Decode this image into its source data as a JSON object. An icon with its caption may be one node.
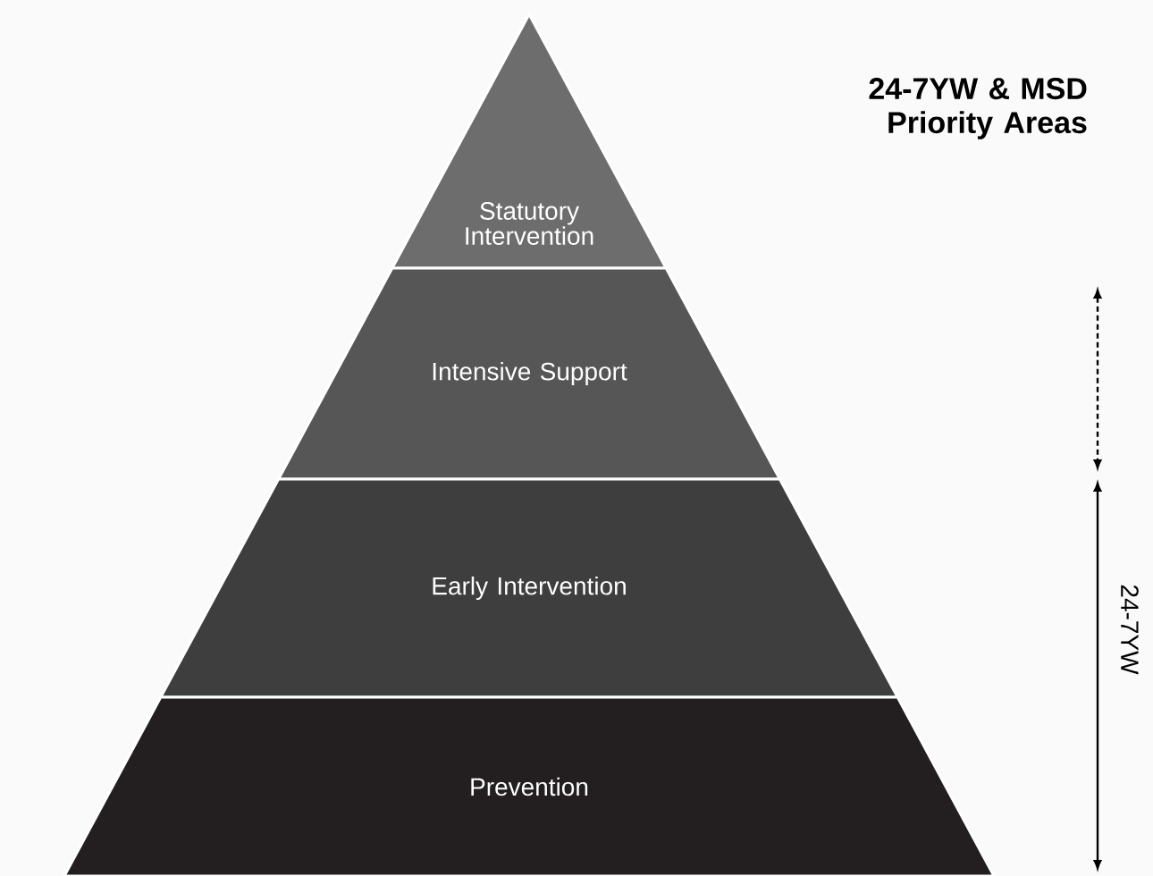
{
  "diagram": {
    "title": "24-7YW & MSD Priority Areas",
    "nodes": [
      {
        "text": [
          "Statutory Intervention"
        ]
      },
      {
        "text": [
          "Intensive Support"
        ]
      },
      {
        "text": [
          "Early Intervention"
        ]
      },
      {
        "text": [
          "Prevention"
        ]
      }
    ],
    "labels": [
      "24-7YW"
    ]
  }
}
